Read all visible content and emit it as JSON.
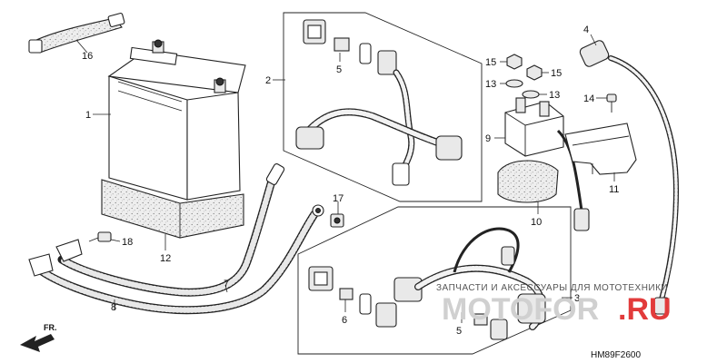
{
  "diagram": {
    "code": "HM89F2600",
    "direction_label": "FR.",
    "part_numbers": {
      "p1": "1",
      "p2": "2",
      "p3": "3",
      "p4": "4",
      "p5a": "5",
      "p5b": "5",
      "p6": "6",
      "p7": "7",
      "p8": "8",
      "p9": "9",
      "p10": "10",
      "p11": "11",
      "p12": "12",
      "p13a": "13",
      "p13b": "13",
      "p14": "14",
      "p15a": "15",
      "p15b": "15",
      "p16": "16",
      "p17": "17",
      "p18": "18"
    }
  },
  "watermark": {
    "tagline": "ЗАПЧАСТИ И АКСЕССУАРЫ ДЛЯ МОТОТЕХНИКИ",
    "logo_main": "MOTOFOR",
    "logo_suffix": ".RU"
  }
}
